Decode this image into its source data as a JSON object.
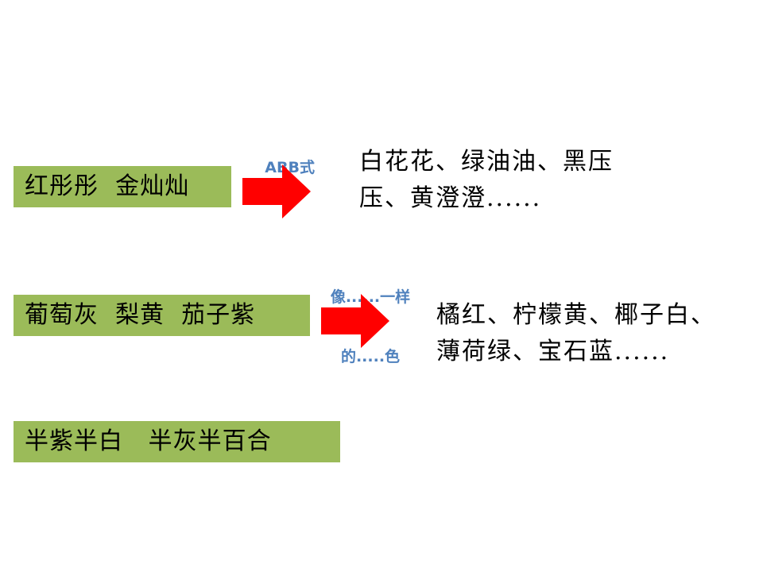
{
  "rows": [
    {
      "label": "红彤彤  金灿灿",
      "caption_lines": [
        "ABB式"
      ],
      "example_lines": [
        "白花花、绿油油、黑压",
        "压、黄澄澄......"
      ]
    },
    {
      "label": "葡萄灰  梨黄  茄子紫",
      "caption_lines": [
        "像......一样",
        "的.....色"
      ],
      "example_lines": [
        "橘红、柠檬黄、椰子白、",
        "薄荷绿、宝石蓝......"
      ]
    },
    {
      "label": "半紫半白   半灰半百合"
    }
  ],
  "colors": {
    "label_box": "#9bbb59",
    "arrow": "#ff0000",
    "caption": "#4f81bd"
  },
  "icons": {
    "arrow": "right-arrow-icon"
  }
}
